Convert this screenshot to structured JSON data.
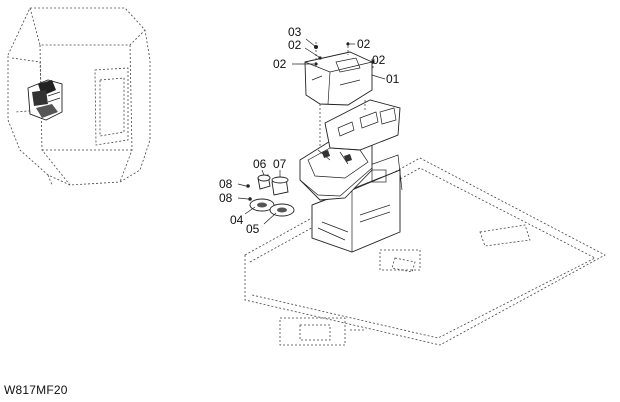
{
  "drawing_code": "W817MF20",
  "callouts": [
    {
      "id": "c01",
      "label": "01"
    },
    {
      "id": "c02a",
      "label": "02"
    },
    {
      "id": "c02b",
      "label": "02"
    },
    {
      "id": "c02c",
      "label": "02"
    },
    {
      "id": "c02d",
      "label": "02"
    },
    {
      "id": "c03",
      "label": "03"
    },
    {
      "id": "c04",
      "label": "04"
    },
    {
      "id": "c05",
      "label": "05"
    },
    {
      "id": "c06",
      "label": "06"
    },
    {
      "id": "c07",
      "label": "07"
    },
    {
      "id": "c08a",
      "label": "08"
    },
    {
      "id": "c08b",
      "label": "08"
    }
  ]
}
